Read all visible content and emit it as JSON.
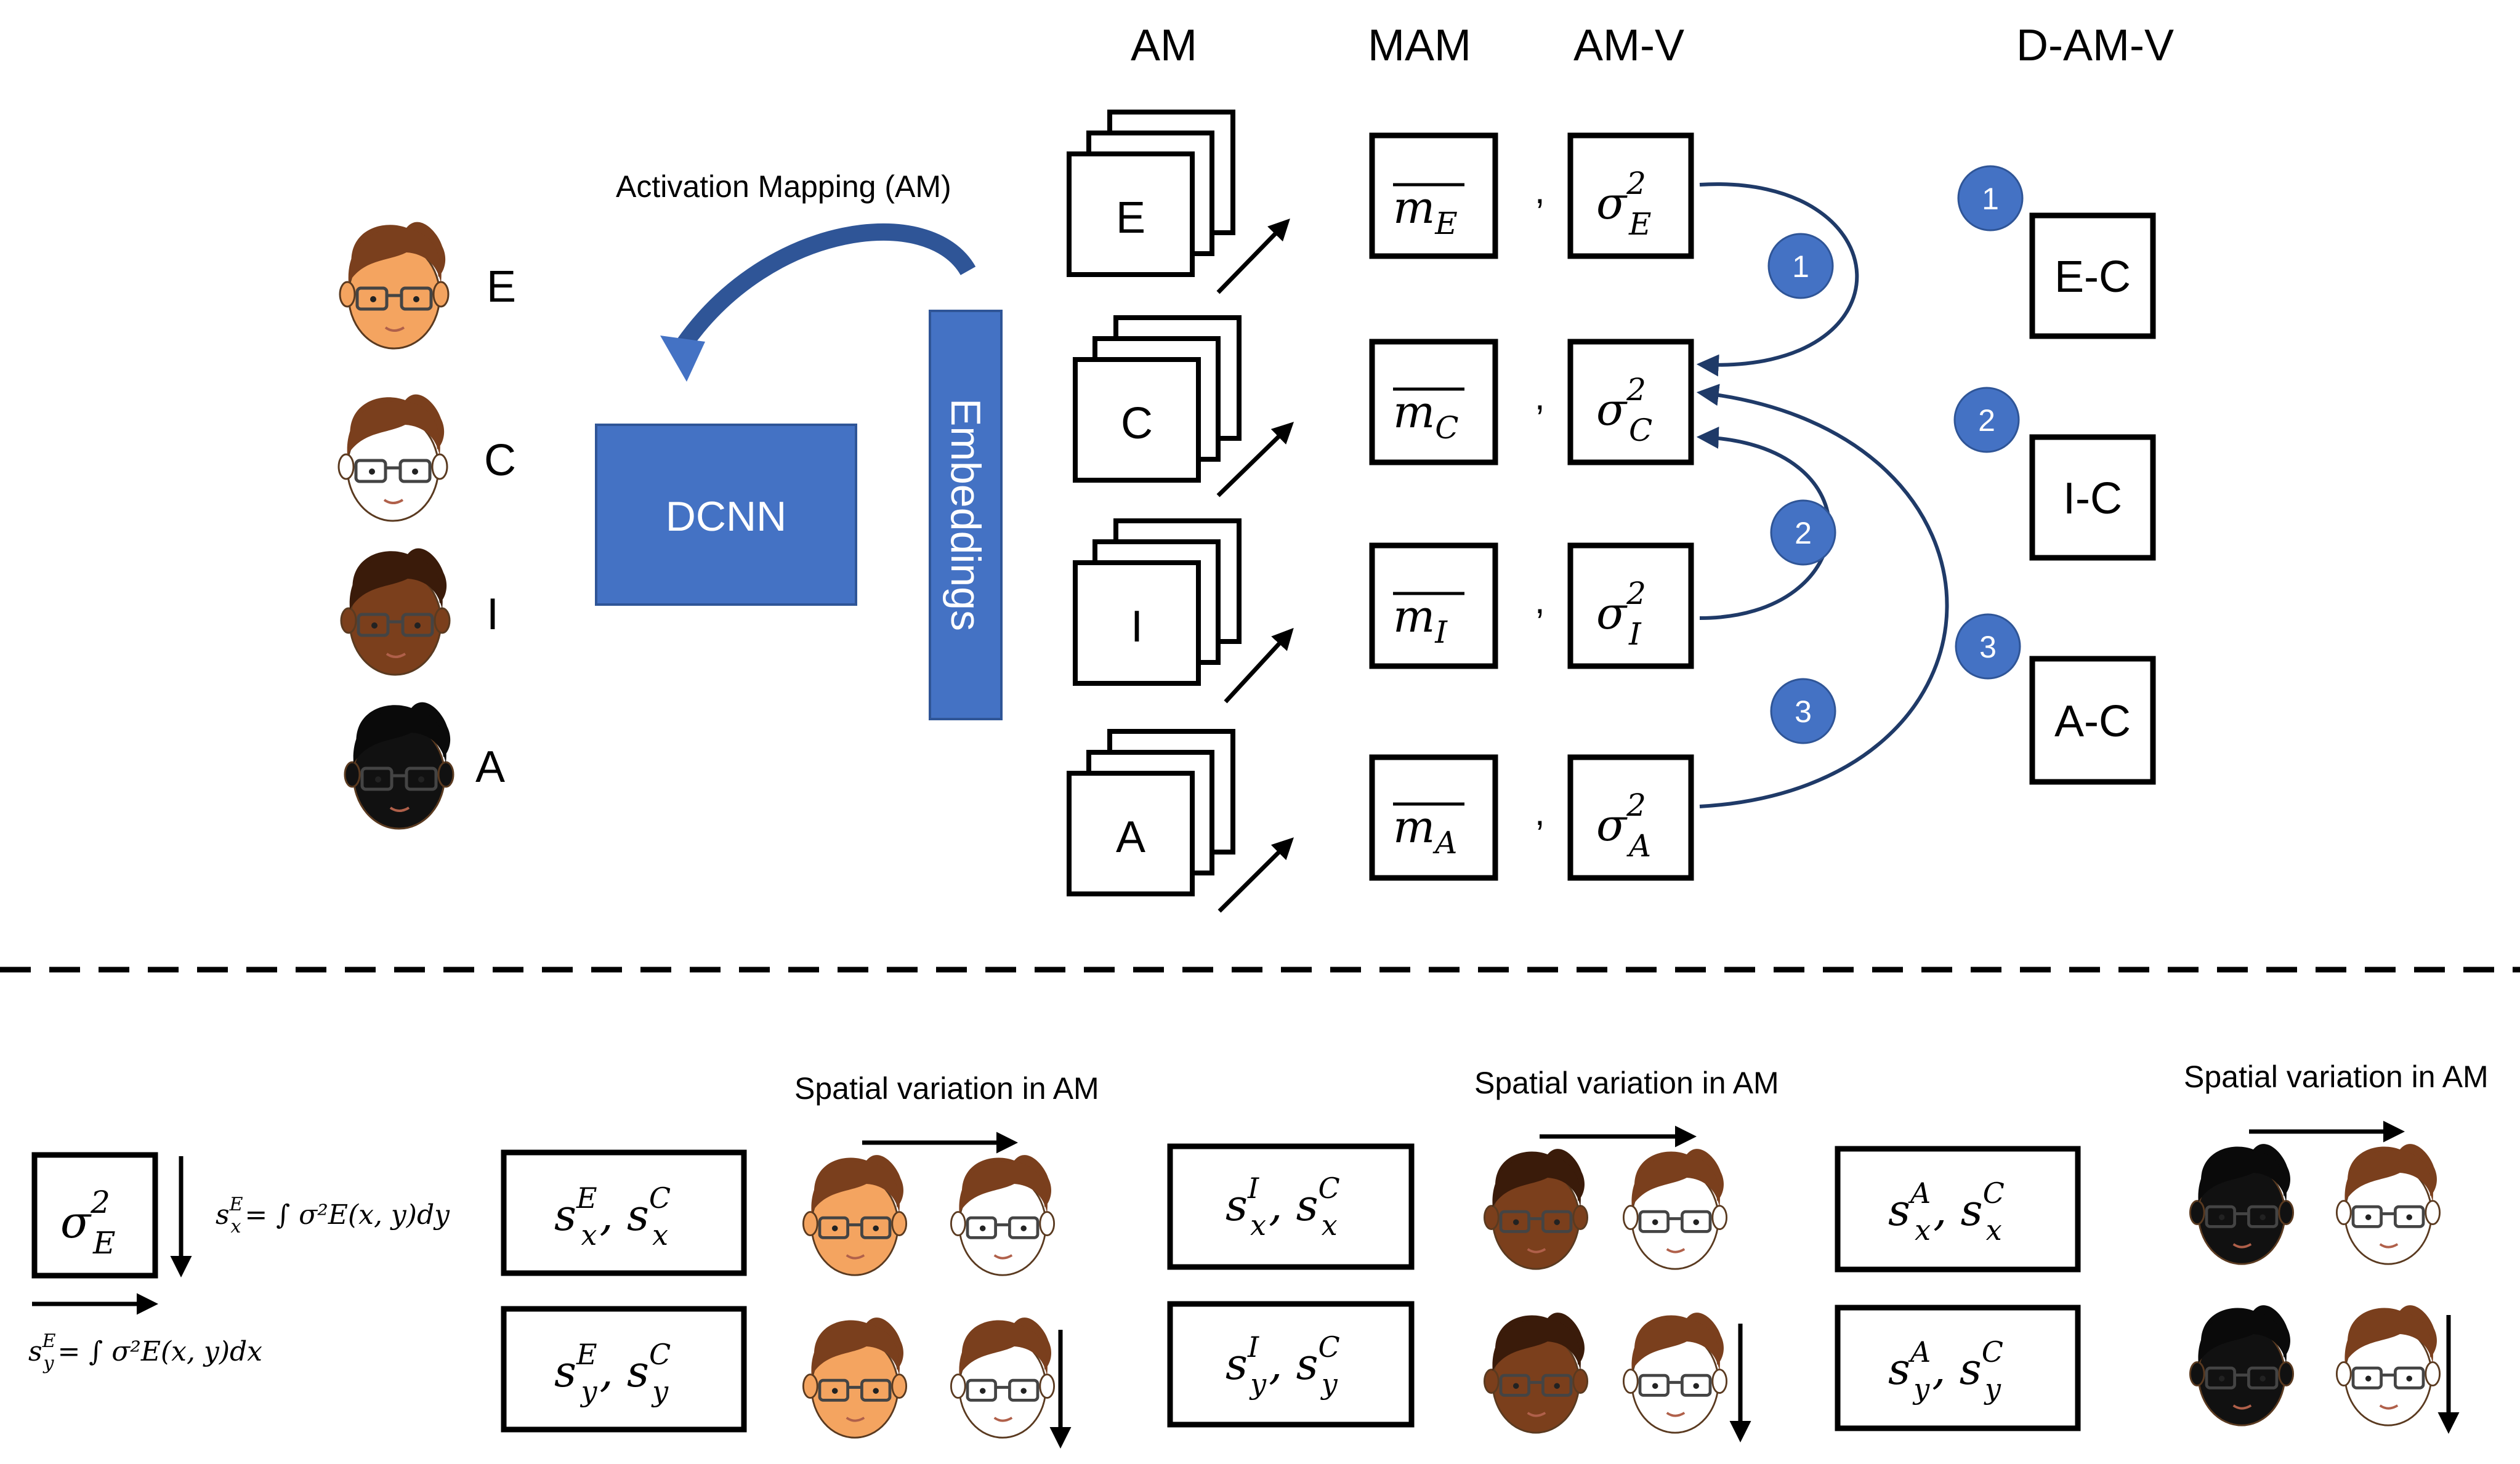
{
  "faces": [
    {
      "label": "E",
      "skin": "#f4a460",
      "hair": "#7a3f1d"
    },
    {
      "label": "C",
      "skin": "#ffffff",
      "hair": "#7a3f1d"
    },
    {
      "label": "I",
      "skin": "#7b3f1c",
      "hair": "#3a1b0a"
    },
    {
      "label": "A",
      "skin": "#111111",
      "hair": "#0a0a0a"
    }
  ],
  "pipeline": {
    "activation_mapping_label": "Activation Mapping (AM)",
    "dcnn_label": "DCNN",
    "embeddings_label": "Embeddings",
    "block_color": "#4472c4"
  },
  "column_headers": {
    "am": "AM",
    "mam": "MAM",
    "amv": "AM-V",
    "damv": "D-AM-V"
  },
  "am_stacks": [
    "E",
    "C",
    "I",
    "A"
  ],
  "mam": [
    {
      "base": "m",
      "sub": "E"
    },
    {
      "base": "m",
      "sub": "C"
    },
    {
      "base": "m",
      "sub": "I"
    },
    {
      "base": "m",
      "sub": "A"
    }
  ],
  "separator": ",",
  "amv": [
    {
      "base": "σ",
      "sup": "2",
      "sub": "E"
    },
    {
      "base": "σ",
      "sup": "2",
      "sub": "C"
    },
    {
      "base": "σ",
      "sup": "2",
      "sub": "I"
    },
    {
      "base": "σ",
      "sup": "2",
      "sub": "A"
    }
  ],
  "comparison_badges": [
    "1",
    "2",
    "3"
  ],
  "damv": [
    {
      "badge": "1",
      "label": "E-C"
    },
    {
      "badge": "2",
      "label": "I-C"
    },
    {
      "badge": "3",
      "label": "A-C"
    }
  ],
  "bottom": {
    "sigma_box": {
      "base": "σ",
      "sup": "2",
      "sub": "E"
    },
    "formula_x": {
      "lhs_base": "s",
      "lhs_sup": "E",
      "lhs_sub": "x",
      "rhs": "= ∫ σ²E(x, y)dy"
    },
    "formula_y": {
      "lhs_base": "s",
      "lhs_sup": "E",
      "lhs_sub": "y",
      "rhs": "= ∫ σ²E(x, y)dx"
    },
    "spatial_label": "Spatial variation in AM",
    "pairs": [
      {
        "top": {
          "sup1": "E",
          "sub1": "x",
          "sup2": "C",
          "sub2": "x"
        },
        "bottom": {
          "sup1": "E",
          "sub1": "y",
          "sup2": "C",
          "sub2": "y"
        },
        "face": "E"
      },
      {
        "top": {
          "sup1": "I",
          "sub1": "x",
          "sup2": "C",
          "sub2": "x"
        },
        "bottom": {
          "sup1": "I",
          "sub1": "y",
          "sup2": "C",
          "sub2": "y"
        },
        "face": "I"
      },
      {
        "top": {
          "sup1": "A",
          "sub1": "x",
          "sup2": "C",
          "sub2": "x"
        },
        "bottom": {
          "sup1": "A",
          "sub1": "y",
          "sup2": "C",
          "sub2": "y"
        },
        "face": "A"
      }
    ]
  }
}
